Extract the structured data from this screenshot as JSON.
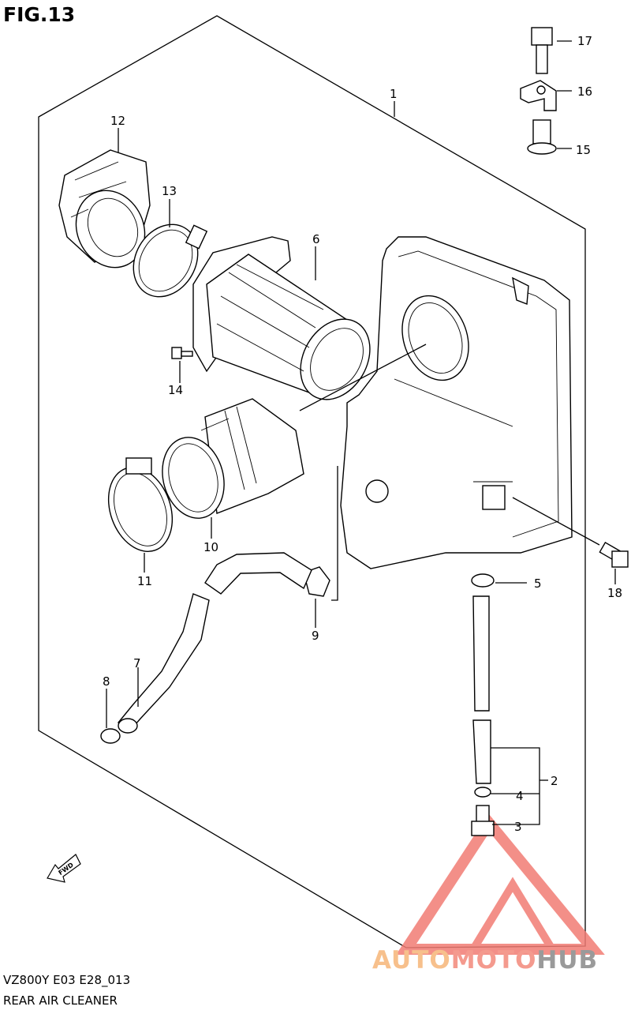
{
  "figure": {
    "title": "FIG.13",
    "model_code": "VZ800Y  E03  E28_013",
    "section_name": "REAR AIR CLEANER"
  },
  "callouts": [
    {
      "id": "1",
      "label": "1"
    },
    {
      "id": "2",
      "label": "2"
    },
    {
      "id": "3",
      "label": "3"
    },
    {
      "id": "4",
      "label": "4"
    },
    {
      "id": "5",
      "label": "5"
    },
    {
      "id": "6",
      "label": "6"
    },
    {
      "id": "7",
      "label": "7"
    },
    {
      "id": "8",
      "label": "8"
    },
    {
      "id": "9",
      "label": "9"
    },
    {
      "id": "10",
      "label": "10"
    },
    {
      "id": "11",
      "label": "11"
    },
    {
      "id": "12",
      "label": "12"
    },
    {
      "id": "13",
      "label": "13"
    },
    {
      "id": "14",
      "label": "14"
    },
    {
      "id": "15",
      "label": "15"
    },
    {
      "id": "16",
      "label": "16"
    },
    {
      "id": "17",
      "label": "17"
    },
    {
      "id": "18",
      "label": "18"
    }
  ],
  "direction_marker": {
    "label": "FWD"
  },
  "watermark": {
    "part1": "AUTO",
    "part2": "MOTO",
    "part3": "HUB",
    "colors": {
      "auto": "#f7c08c",
      "moto": "#f49a8e",
      "hub": "#9a9a9a",
      "triangle": "#f27c74"
    }
  }
}
